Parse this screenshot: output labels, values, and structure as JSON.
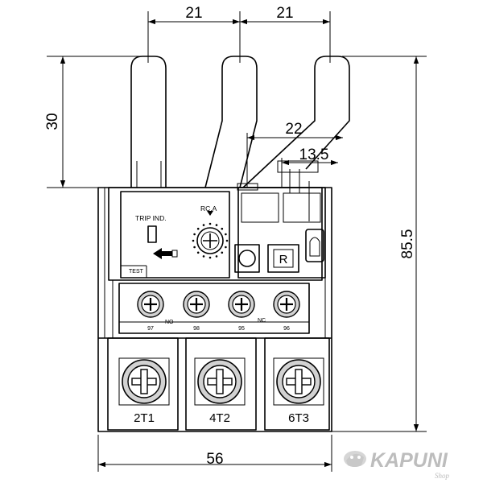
{
  "dimensions": {
    "pin_pitch_left": "21",
    "pin_pitch_right": "21",
    "pin_height": "30",
    "offset_22": "22",
    "offset_13_5": "13.5",
    "total_height": "85.5",
    "total_width": "56"
  },
  "labels": {
    "trip_indicator": "TRIP IND.",
    "current_adjust": "RC.A",
    "test": "TEST",
    "reset_symbol": "R"
  },
  "aux_terminals": [
    {
      "number": "97"
    },
    {
      "number": "98"
    },
    {
      "number": "95"
    },
    {
      "number": "96"
    }
  ],
  "aux_groups": {
    "normally_open": "NO",
    "normally_closed": "NC"
  },
  "main_terminals": [
    {
      "label": "2T1"
    },
    {
      "label": "4T2"
    },
    {
      "label": "6T3"
    }
  ],
  "watermark": {
    "brand": "KAPUNI",
    "sub": "Shop"
  }
}
